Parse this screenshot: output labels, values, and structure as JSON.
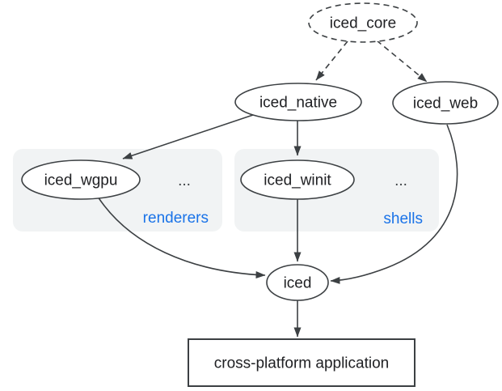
{
  "diagram": {
    "colors": {
      "background": "#ffffff",
      "stroke": "#3c4043",
      "text": "#202124",
      "group_fill": "#f1f3f4",
      "group_label_accent": "#1a73e8"
    },
    "nodes": {
      "iced_core": {
        "label": "iced_core"
      },
      "iced_native": {
        "label": "iced_native"
      },
      "iced_web": {
        "label": "iced_web"
      },
      "iced_wgpu": {
        "label": "iced_wgpu"
      },
      "iced_winit": {
        "label": "iced_winit"
      },
      "iced": {
        "label": "iced"
      },
      "app": {
        "label": "cross-platform application"
      }
    },
    "groups": {
      "renderers": {
        "label": "renderers",
        "more": "..."
      },
      "shells": {
        "label": "shells",
        "more": "..."
      }
    },
    "edges": [
      {
        "from": "iced_core",
        "to": "iced_native",
        "style": "dashed"
      },
      {
        "from": "iced_core",
        "to": "iced_web",
        "style": "dashed"
      },
      {
        "from": "iced_native",
        "to": "iced_wgpu",
        "style": "solid"
      },
      {
        "from": "iced_native",
        "to": "iced_winit",
        "style": "solid"
      },
      {
        "from": "iced_wgpu",
        "to": "iced",
        "style": "solid"
      },
      {
        "from": "iced_winit",
        "to": "iced",
        "style": "solid"
      },
      {
        "from": "iced_web",
        "to": "iced",
        "style": "solid"
      },
      {
        "from": "iced",
        "to": "app",
        "style": "solid"
      }
    ]
  }
}
